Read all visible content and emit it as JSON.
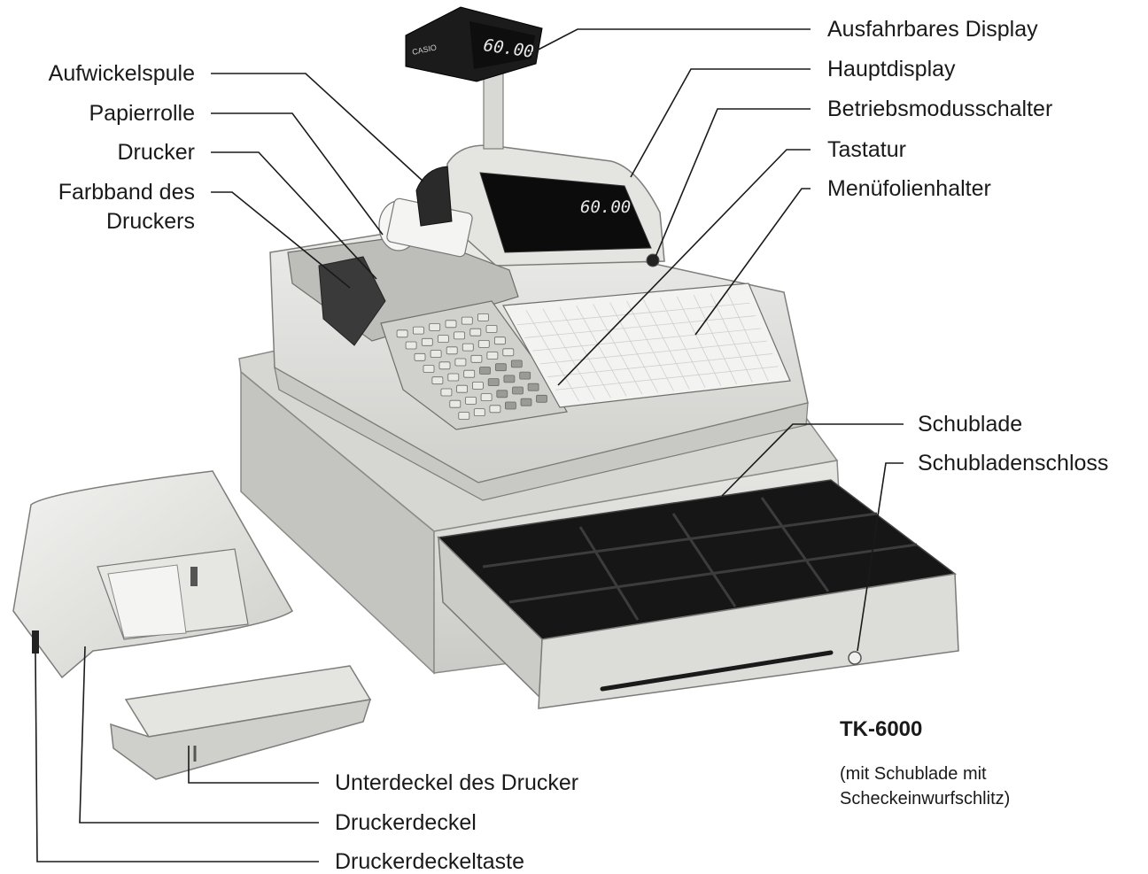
{
  "labels": {
    "aufwickelspule": "Aufwickelspule",
    "papierrolle": "Papierrolle",
    "drucker": "Drucker",
    "farbband_line1": "Farbband des",
    "farbband_line2": "Druckers",
    "ausfahrbares_display": "Ausfahrbares Display",
    "hauptdisplay": "Hauptdisplay",
    "betriebsmodusschalter": "Betriebsmodusschalter",
    "tastatur": "Tastatur",
    "menuefolienhalter": "Menüfolienhalter",
    "schublade": "Schublade",
    "schubladenschloss": "Schubladenschloss",
    "unterdeckel": "Unterdeckel des Drucker",
    "druckerdeckel": "Druckerdeckel",
    "druckerdeckeltaste": "Druckerdeckeltaste"
  },
  "model": {
    "name": "TK-6000",
    "note_line1": "(mit Schublade mit",
    "note_line2": "Scheckeinwurfschlitz)"
  },
  "device": {
    "brand": "CASIO",
    "pole_display_reading": "60.00",
    "main_display_reading": "60.00"
  }
}
